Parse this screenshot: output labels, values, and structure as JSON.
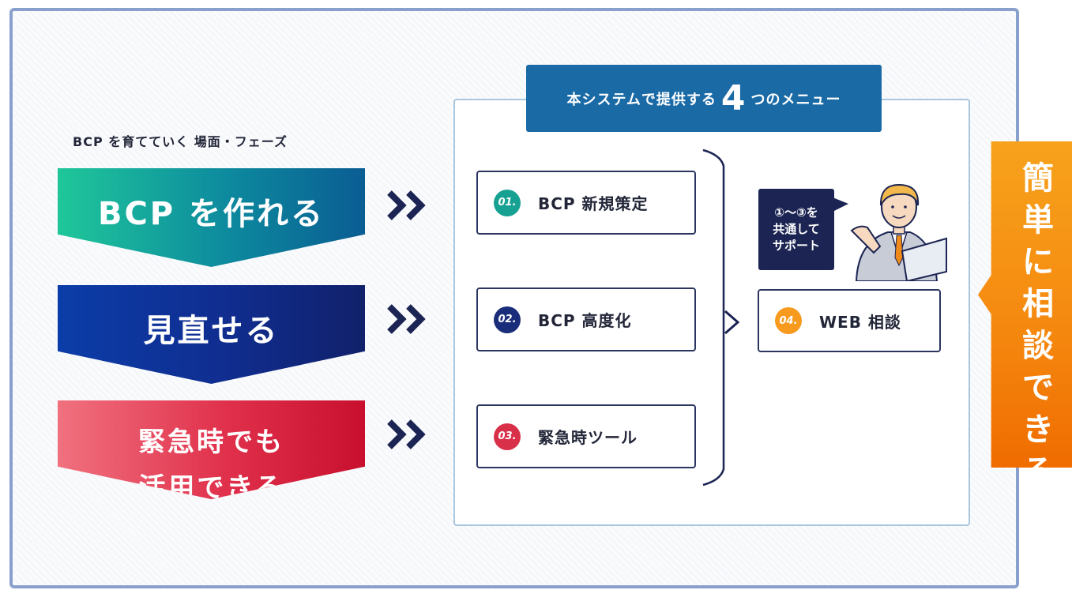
{
  "phases": {
    "heading": "BCP を育てていく 場面・フェーズ",
    "items": [
      {
        "line1": "BCP を作れる",
        "line2": ""
      },
      {
        "line1": "見直せる",
        "line2": ""
      },
      {
        "line1": "緊急時でも",
        "line2": "活用できる"
      }
    ]
  },
  "menu": {
    "title_before": "本システムで提供する",
    "title_number": "4",
    "title_after": "つのメニュー",
    "items": [
      {
        "number": "01.",
        "label": "BCP 新規策定"
      },
      {
        "number": "02.",
        "label": "BCP 高度化"
      },
      {
        "number": "03.",
        "label": "緊急時ツール"
      },
      {
        "number": "04.",
        "label": "WEB 相談"
      }
    ]
  },
  "support_bubble": {
    "line1": "①〜③を",
    "line2": "共通して",
    "line3": "サポート"
  },
  "side_banner": {
    "chars": [
      "簡",
      "単",
      "に",
      "相",
      "談",
      "で",
      "き",
      "る"
    ]
  },
  "colors": {
    "phase1": "#0d8a9e",
    "phase2": "#102d8f",
    "phase3": "#e0304b",
    "menu_title_bg": "#1a6aa6",
    "badge1": "#17a192",
    "badge2": "#1a2d7a",
    "badge3": "#d9304a",
    "badge4": "#f79a1e",
    "banner": "#f58a10",
    "arrow": "#1b2452"
  },
  "icons": [
    "double-chevron-right-icon",
    "chevron-right-icon",
    "right-brace-icon",
    "businessman-laptop-icon"
  ]
}
